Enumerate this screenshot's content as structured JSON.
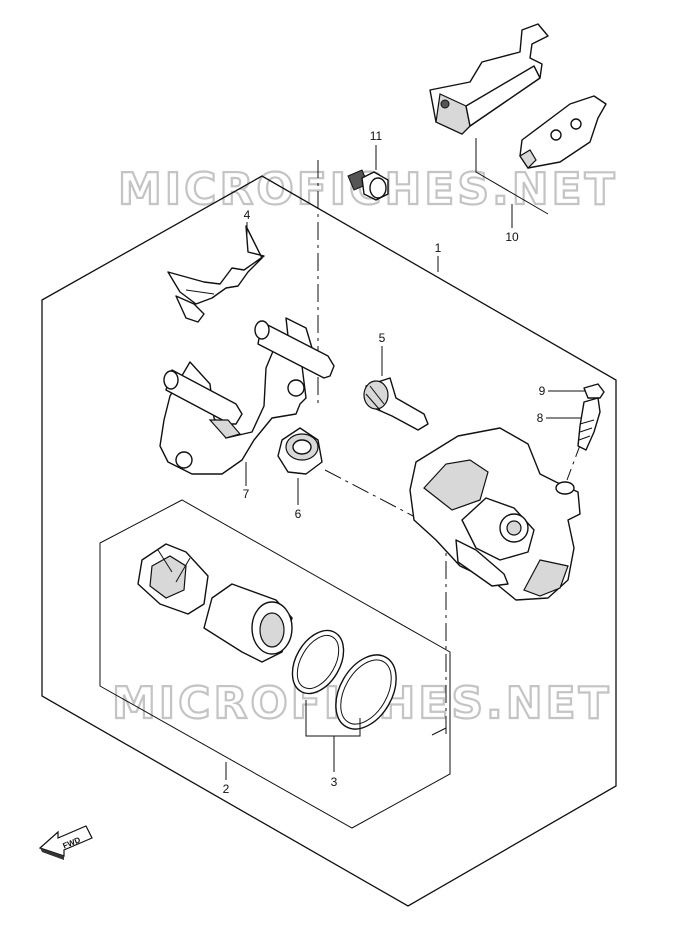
{
  "watermark": "MICROFICHES.NET",
  "fwd_label": "FWD",
  "callouts": {
    "c1": "1",
    "c2": "2",
    "c3": "3",
    "c4": "4",
    "c5": "5",
    "c6": "6",
    "c7": "7",
    "c8": "8",
    "c9": "9",
    "c10": "10",
    "c11": "11"
  }
}
